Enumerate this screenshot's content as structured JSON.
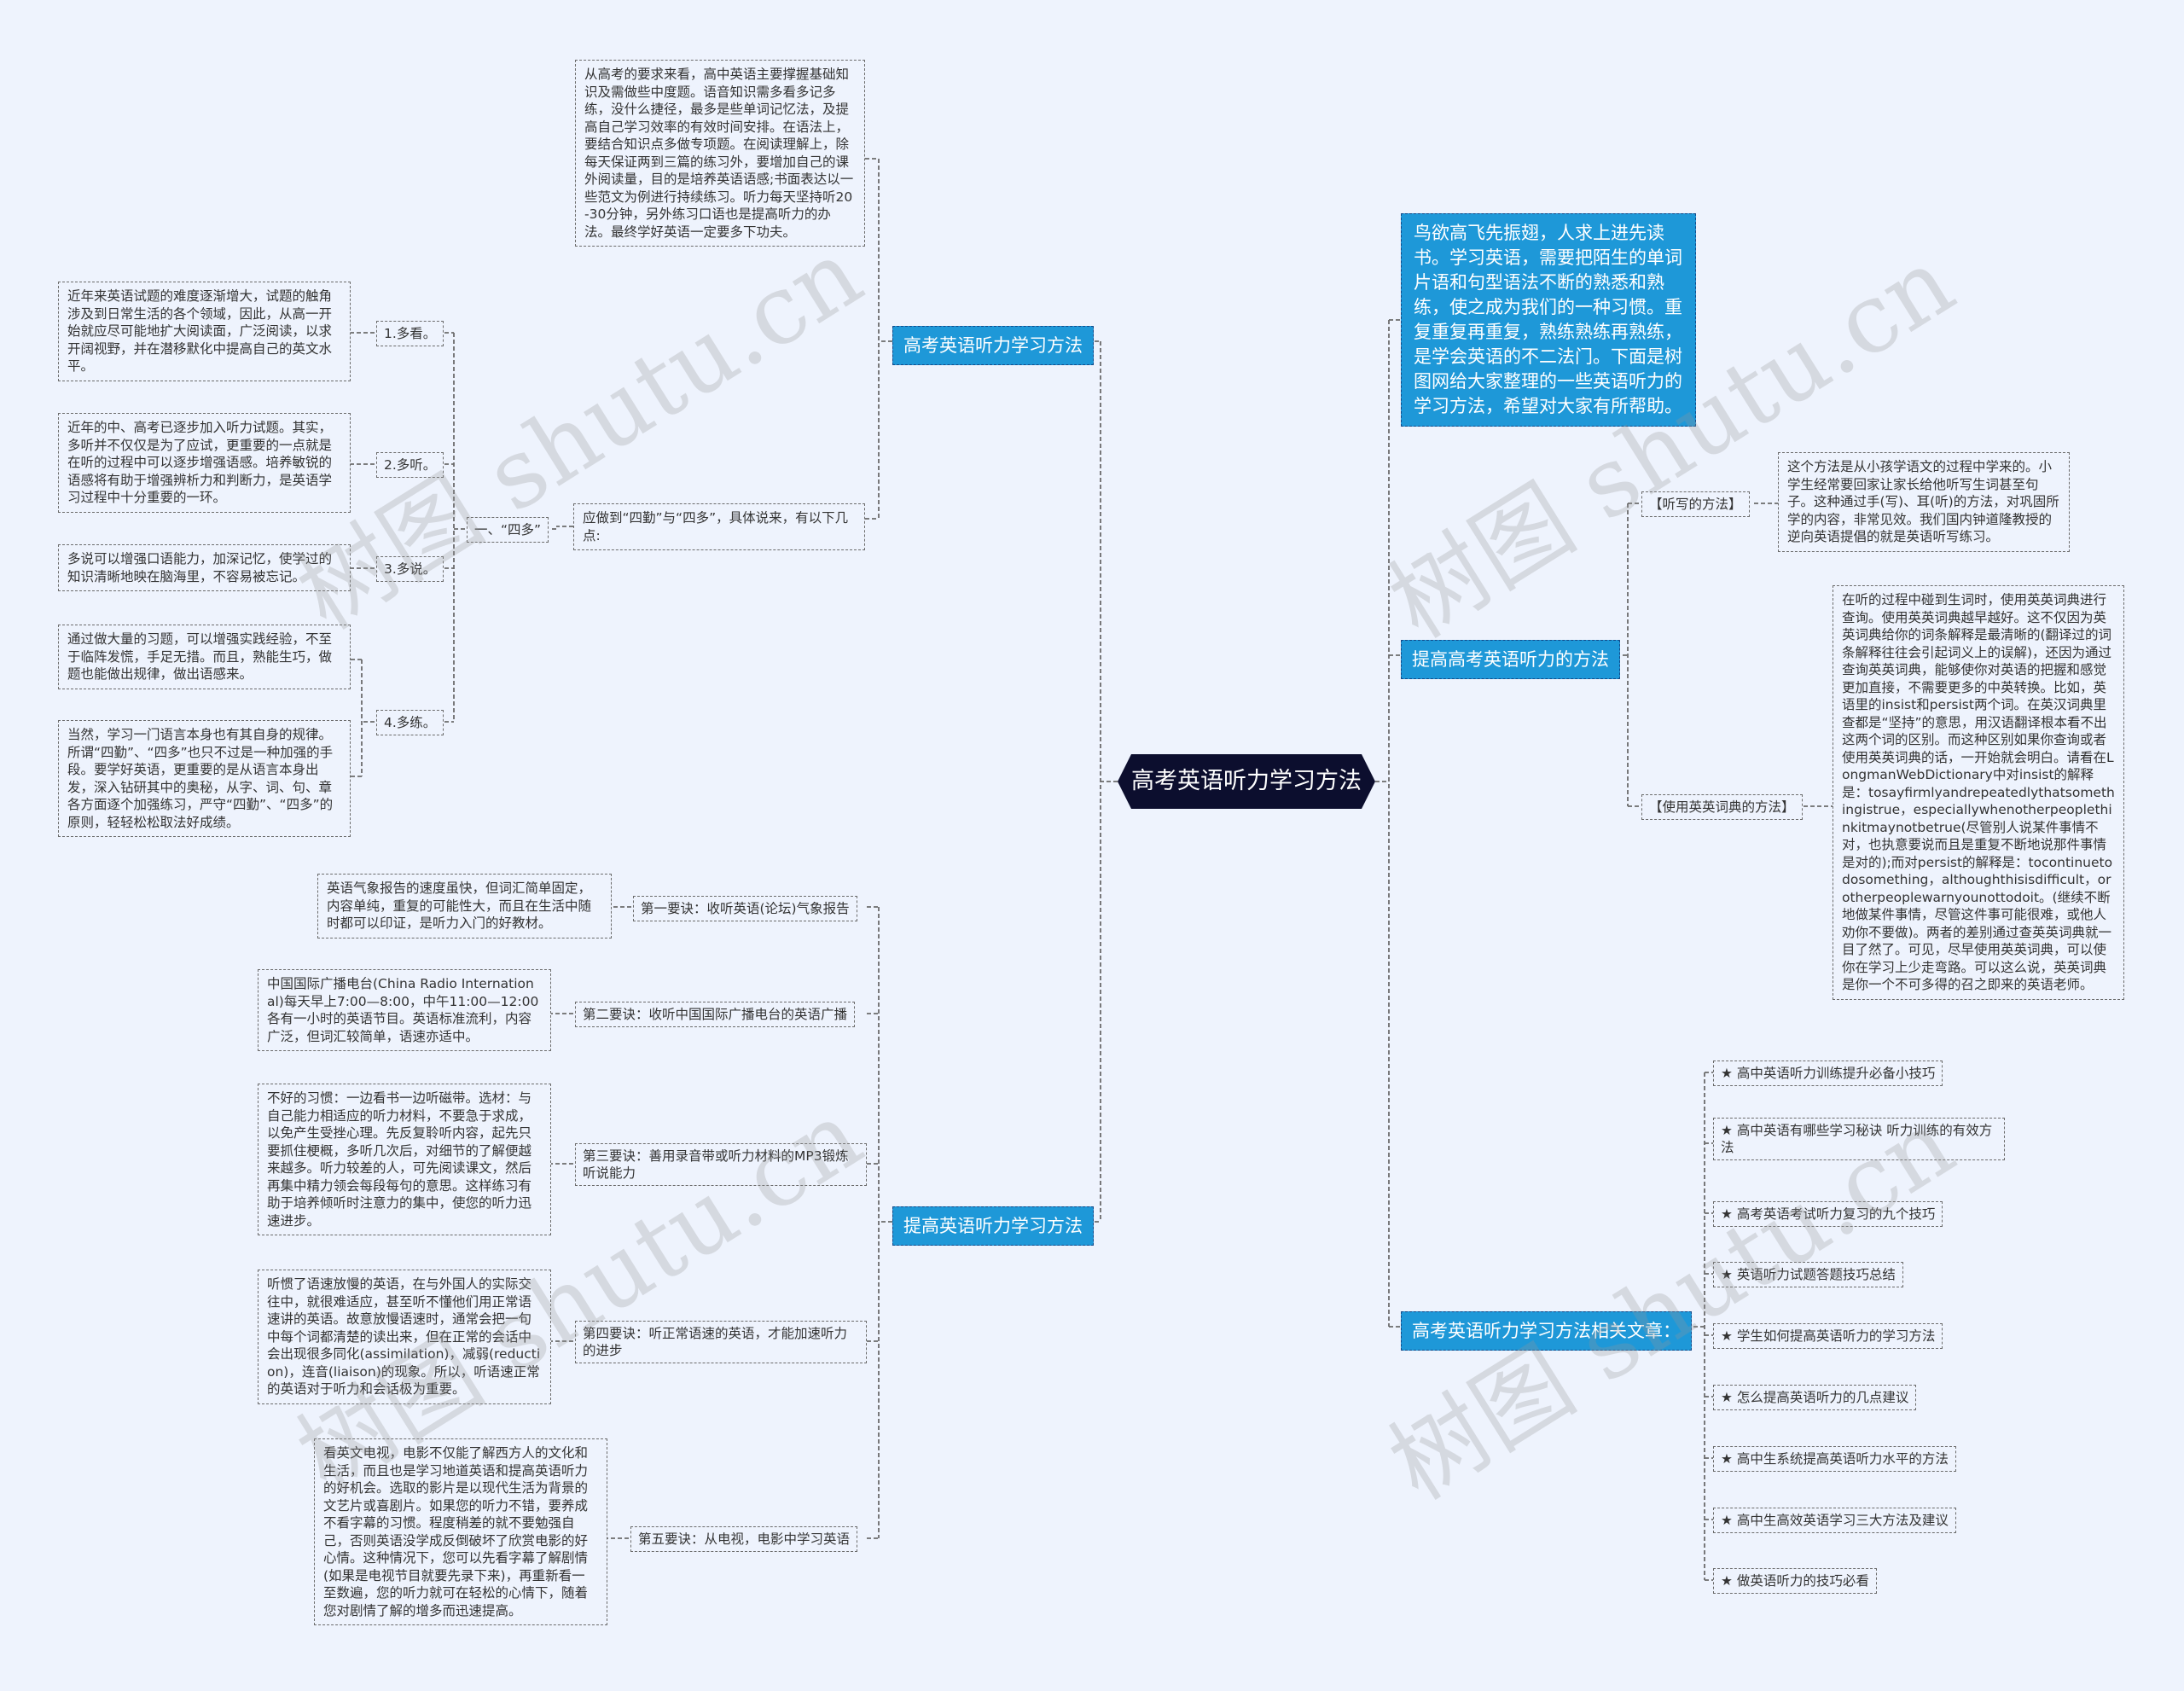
{
  "center": "高考英语听力学习方法",
  "left_top": {
    "branch": "高考英语听力学习方法",
    "top_text": "从高考的要求来看，高中英语主要撑握基础知识及需做些中度题。语音知识需多看多记多练，没什么捷径，最多是些单词记忆法，及提高自己学习效率的有效时间安排。在语法上，要结合知识点多做专项题。在阅读理解上，除每天保证两到三篇的练习外，要增加自己的课外阅读量，目的是培养英语语感;书面表达以一些范文为例进行持续练习。听力每天坚持听20-30分钟，另外练习口语也是提高听力的办法。最终学好英语一定要多下功夫。",
    "mid_text": "应做到“四勤”与“四多”，具体说来，有以下几点:",
    "sub": "一、“四多”",
    "items": [
      {
        "label": "1.多看。",
        "text": "近年来英语试题的难度逐渐增大，试题的触角涉及到日常生活的各个领域，因此，从高一开始就应尽可能地扩大阅读面，广泛阅读，以求开阔视野，并在潜移默化中提高自己的英文水平。"
      },
      {
        "label": "2.多听。",
        "text": "近年的中、高考已逐步加入听力试题。其实，多听并不仅仅是为了应试，更重要的一点就是在听的过程中可以逐步增强语感。培养敏锐的语感将有助于增强辨析力和判断力，是英语学习过程中十分重要的一环。"
      },
      {
        "label": "3.多说。",
        "text": "多说可以增强口语能力，加深记忆，使学过的知识清晰地映在脑海里，不容易被忘记。"
      },
      {
        "label": "4.多练。",
        "text": "通过做大量的习题，可以增强实践经验，不至于临阵发慌，手足无措。而且，熟能生巧，做题也能做出规律，做出语感来。",
        "text2": "当然，学习一门语言本身也有其自身的规律。所谓“四勤”、“四多”也只不过是一种加强的手段。要学好英语，更重要的是从语言本身出发，深入钻研其中的奥秘，从字、词、句、章各方面逐个加强练习，严守“四勤”、“四多”的原则，轻轻松松取法好成绩。"
      }
    ]
  },
  "left_bottom": {
    "branch": "提高英语听力学习方法",
    "items": [
      {
        "label": "第一要诀：收听英语(论坛)气象报告",
        "text": "英语气象报告的速度虽快，但词汇简单固定，内容单纯，重复的可能性大，而且在生活中随时都可以印证，是听力入门的好教材。"
      },
      {
        "label": "第二要诀：收听中国国际广播电台的英语广播",
        "text": "中国国际广播电台(China Radio International)每天早上7:00—8:00，中午11:00—12:00各有一小时的英语节目。英语标准流利，内容广泛，但词汇较简单，语速亦适中。"
      },
      {
        "label": "第三要诀：善用录音带或听力材料的MP3锻炼听说能力",
        "text": "不好的习惯：一边看书一边听磁带。选材：与自己能力相适应的听力材料，不要急于求成，以免产生受挫心理。先反复聆听内容，起先只要抓住梗概，多听几次后，对细节的了解便越来越多。听力较差的人，可先阅读课文，然后再集中精力领会每段每句的意思。这样练习有助于培养倾听时注意力的集中，使您的听力迅速进步。"
      },
      {
        "label": "第四要诀：听正常语速的英语，才能加速听力的进步",
        "text": "听惯了语速放慢的英语，在与外国人的实际交往中，就很难适应，甚至听不懂他们用正常语速讲的英语。故意放慢语速时，通常会把一句中每个词都清楚的读出来，但在正常的会话中会出现很多同化(assimilation)，减弱(reduction)，连音(liaison)的现象。所以，听语速正常的英语对于听力和会话极为重要。"
      },
      {
        "label": "第五要诀：从电视，电影中学习英语",
        "text": "看英文电视，电影不仅能了解西方人的文化和生活，而且也是学习地道英语和提高英语听力的好机会。选取的影片是以现代生活为背景的文艺片或喜剧片。如果您的听力不错，要养成不看字幕的习惯。程度稍差的就不要勉强自己，否则英语没学成反倒破坏了欣赏电影的好心情。这种情况下，您可以先看字幕了解剧情(如果是电视节目就要先录下来)，再重新看一至数遍，您的听力就可在轻松的心情下，随着您对剧情了解的增多而迅速提高。"
      }
    ]
  },
  "right": {
    "intro": "鸟欲高飞先振翅，人求上进先读书。学习英语，需要把陌生的单词片语和句型语法不断的熟悉和熟练，使之成为我们的一种习惯。重复重复再重复，熟练熟练再熟练，是学会英语的不二法门。下面是树图网给大家整理的一些英语听力的学习方法，希望对大家有所帮助。",
    "branch": "提高高考英语听力的方法",
    "items": [
      {
        "label": "【听写的方法】",
        "text": "这个方法是从小孩学语文的过程中学来的。小学生经常要回家让家长给他听写生词甚至句子。这种通过手(写)、耳(听)的方法，对巩固所学的内容，非常见效。我们国内钟道隆教授的逆向英语提倡的就是英语听写练习。"
      },
      {
        "label": "【使用英英词典的方法】",
        "text": "在听的过程中碰到生词时，使用英英词典进行查询。使用英英词典越早越好。这不仅因为英英词典给你的词条解释是最清晰的(翻译过的词条解释往往会引起词义上的误解)，还因为通过查询英英词典，能够使你对英语的把握和感觉更加直接，不需要更多的中英转换。比如，英语里的insist和persist两个词。在英汉词典里查都是“坚持”的意思，用汉语翻译根本看不出这两个词的区别。而这种区别如果你查询或者使用英英词典的话，一开始就会明白。请看在LongmanWebDictionary中对insist的解释是：tosayfirmlyandrepeatedlythatsomethingistrue，especiallywhenotherpeoplethinkitmaynotbetrue(尽管别人说某件事情不对，也执意要说而且是重复不断地说那件事情是对的);而对persist的解释是：tocontinuetodosomething，althoughthisisdifficult，orotherpeoplewarnyounottodoit。(继续不断地做某件事情，尽管这件事可能很难，或他人劝你不要做)。两者的差别通过查英英词典就一目了然了。可见，尽早使用英英词典，可以使你在学习上少走弯路。可以这么说，英英词典是你一个不可多得的召之即来的英语老师。"
      }
    ],
    "related_branch": "高考英语听力学习方法相关文章：",
    "related": [
      "★ 高中英语听力训练提升必备小技巧",
      "★ 高中英语有哪些学习秘诀 听力训练的有效方法",
      "★ 高考英语考试听力复习的九个技巧",
      "★ 英语听力试题答题技巧总结",
      "★ 学生如何提高英语听力的学习方法",
      "★ 怎么提高英语听力的几点建议",
      "★ 高中生系统提高英语听力水平的方法",
      "★ 高中生高效英语学习三大方法及建议",
      "★ 做英语听力的技巧必看"
    ]
  },
  "watermark": "树图 shutu.cn"
}
